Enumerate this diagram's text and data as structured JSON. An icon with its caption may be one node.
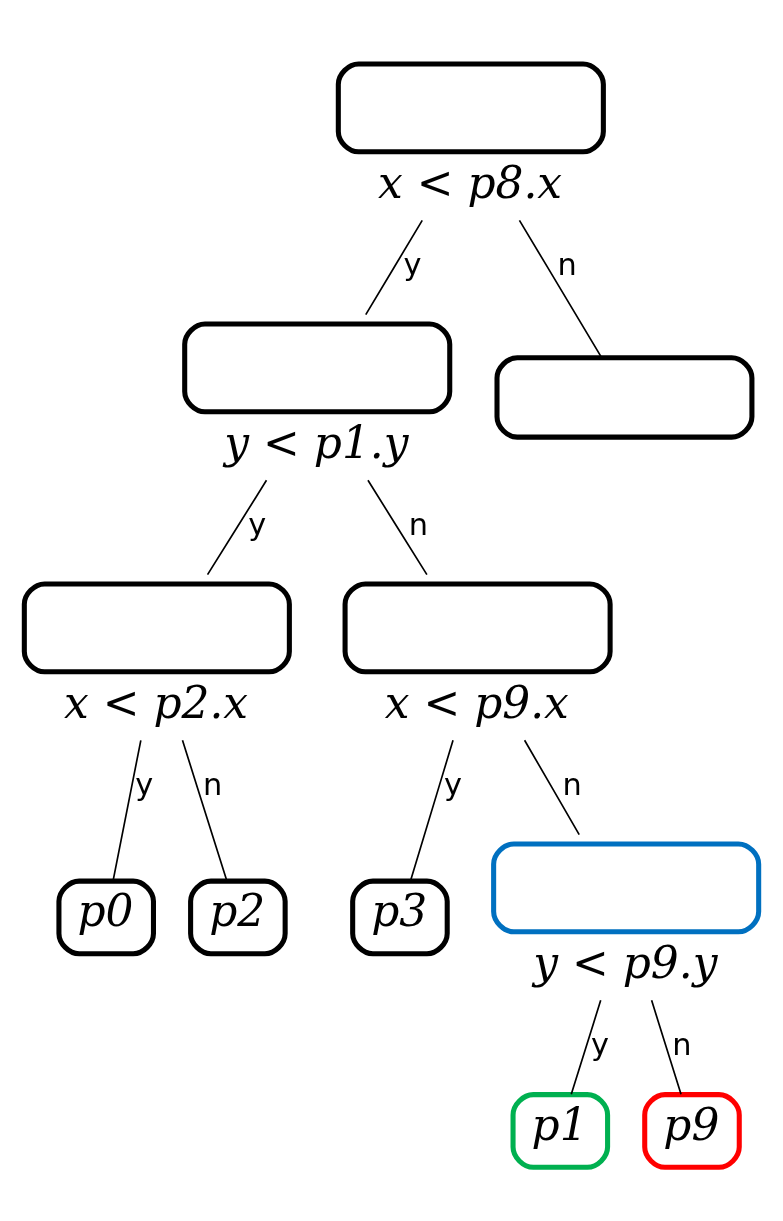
{
  "diagram": {
    "nodes": [
      {
        "text": [],
        "shape": "box",
        "beside": [
          "x < p8.x"
        ]
      },
      {
        "text": [],
        "shape": "box",
        "beside": [
          "y < p1.y"
        ]
      },
      {
        "text": [],
        "shape": "box"
      },
      {
        "text": [],
        "shape": "box",
        "beside": [
          "x < p2.x"
        ]
      },
      {
        "text": [],
        "shape": "box",
        "beside": [
          "x < p9.x"
        ]
      },
      {
        "text": [
          "p0"
        ]
      },
      {
        "text": [
          "p2"
        ]
      },
      {
        "text": [
          "p3"
        ]
      },
      {
        "text": [],
        "shape": "box",
        "beside": [
          "y < p9.y"
        ]
      },
      {
        "text": [
          "p1"
        ]
      },
      {
        "text": [
          "p9"
        ]
      }
    ],
    "edges": [
      {
        "from": 0,
        "to": 1,
        "arrow": "none",
        "label": "y"
      },
      {
        "from": 0,
        "to": 2,
        "arrow": "none",
        "label": "n"
      },
      {
        "from": 1,
        "to": 3,
        "arrow": "none",
        "label": "y"
      },
      {
        "from": 1,
        "to": 4,
        "arrow": "none",
        "label": "n"
      },
      {
        "from": 3,
        "to": 5,
        "arrow": "none",
        "label": "y"
      },
      {
        "from": 3,
        "to": 6,
        "arrow": "none",
        "label": "n"
      },
      {
        "from": 4,
        "to": 7,
        "arrow": "none",
        "label": "y"
      },
      {
        "from": 4,
        "to": 8,
        "arrow": "none",
        "label": "n"
      },
      {
        "from": 8,
        "to": 9,
        "arrow": "none",
        "label": "y"
      },
      {
        "from": 8,
        "to": 10,
        "arrow": "none",
        "label": "n"
      }
    ]
  }
}
